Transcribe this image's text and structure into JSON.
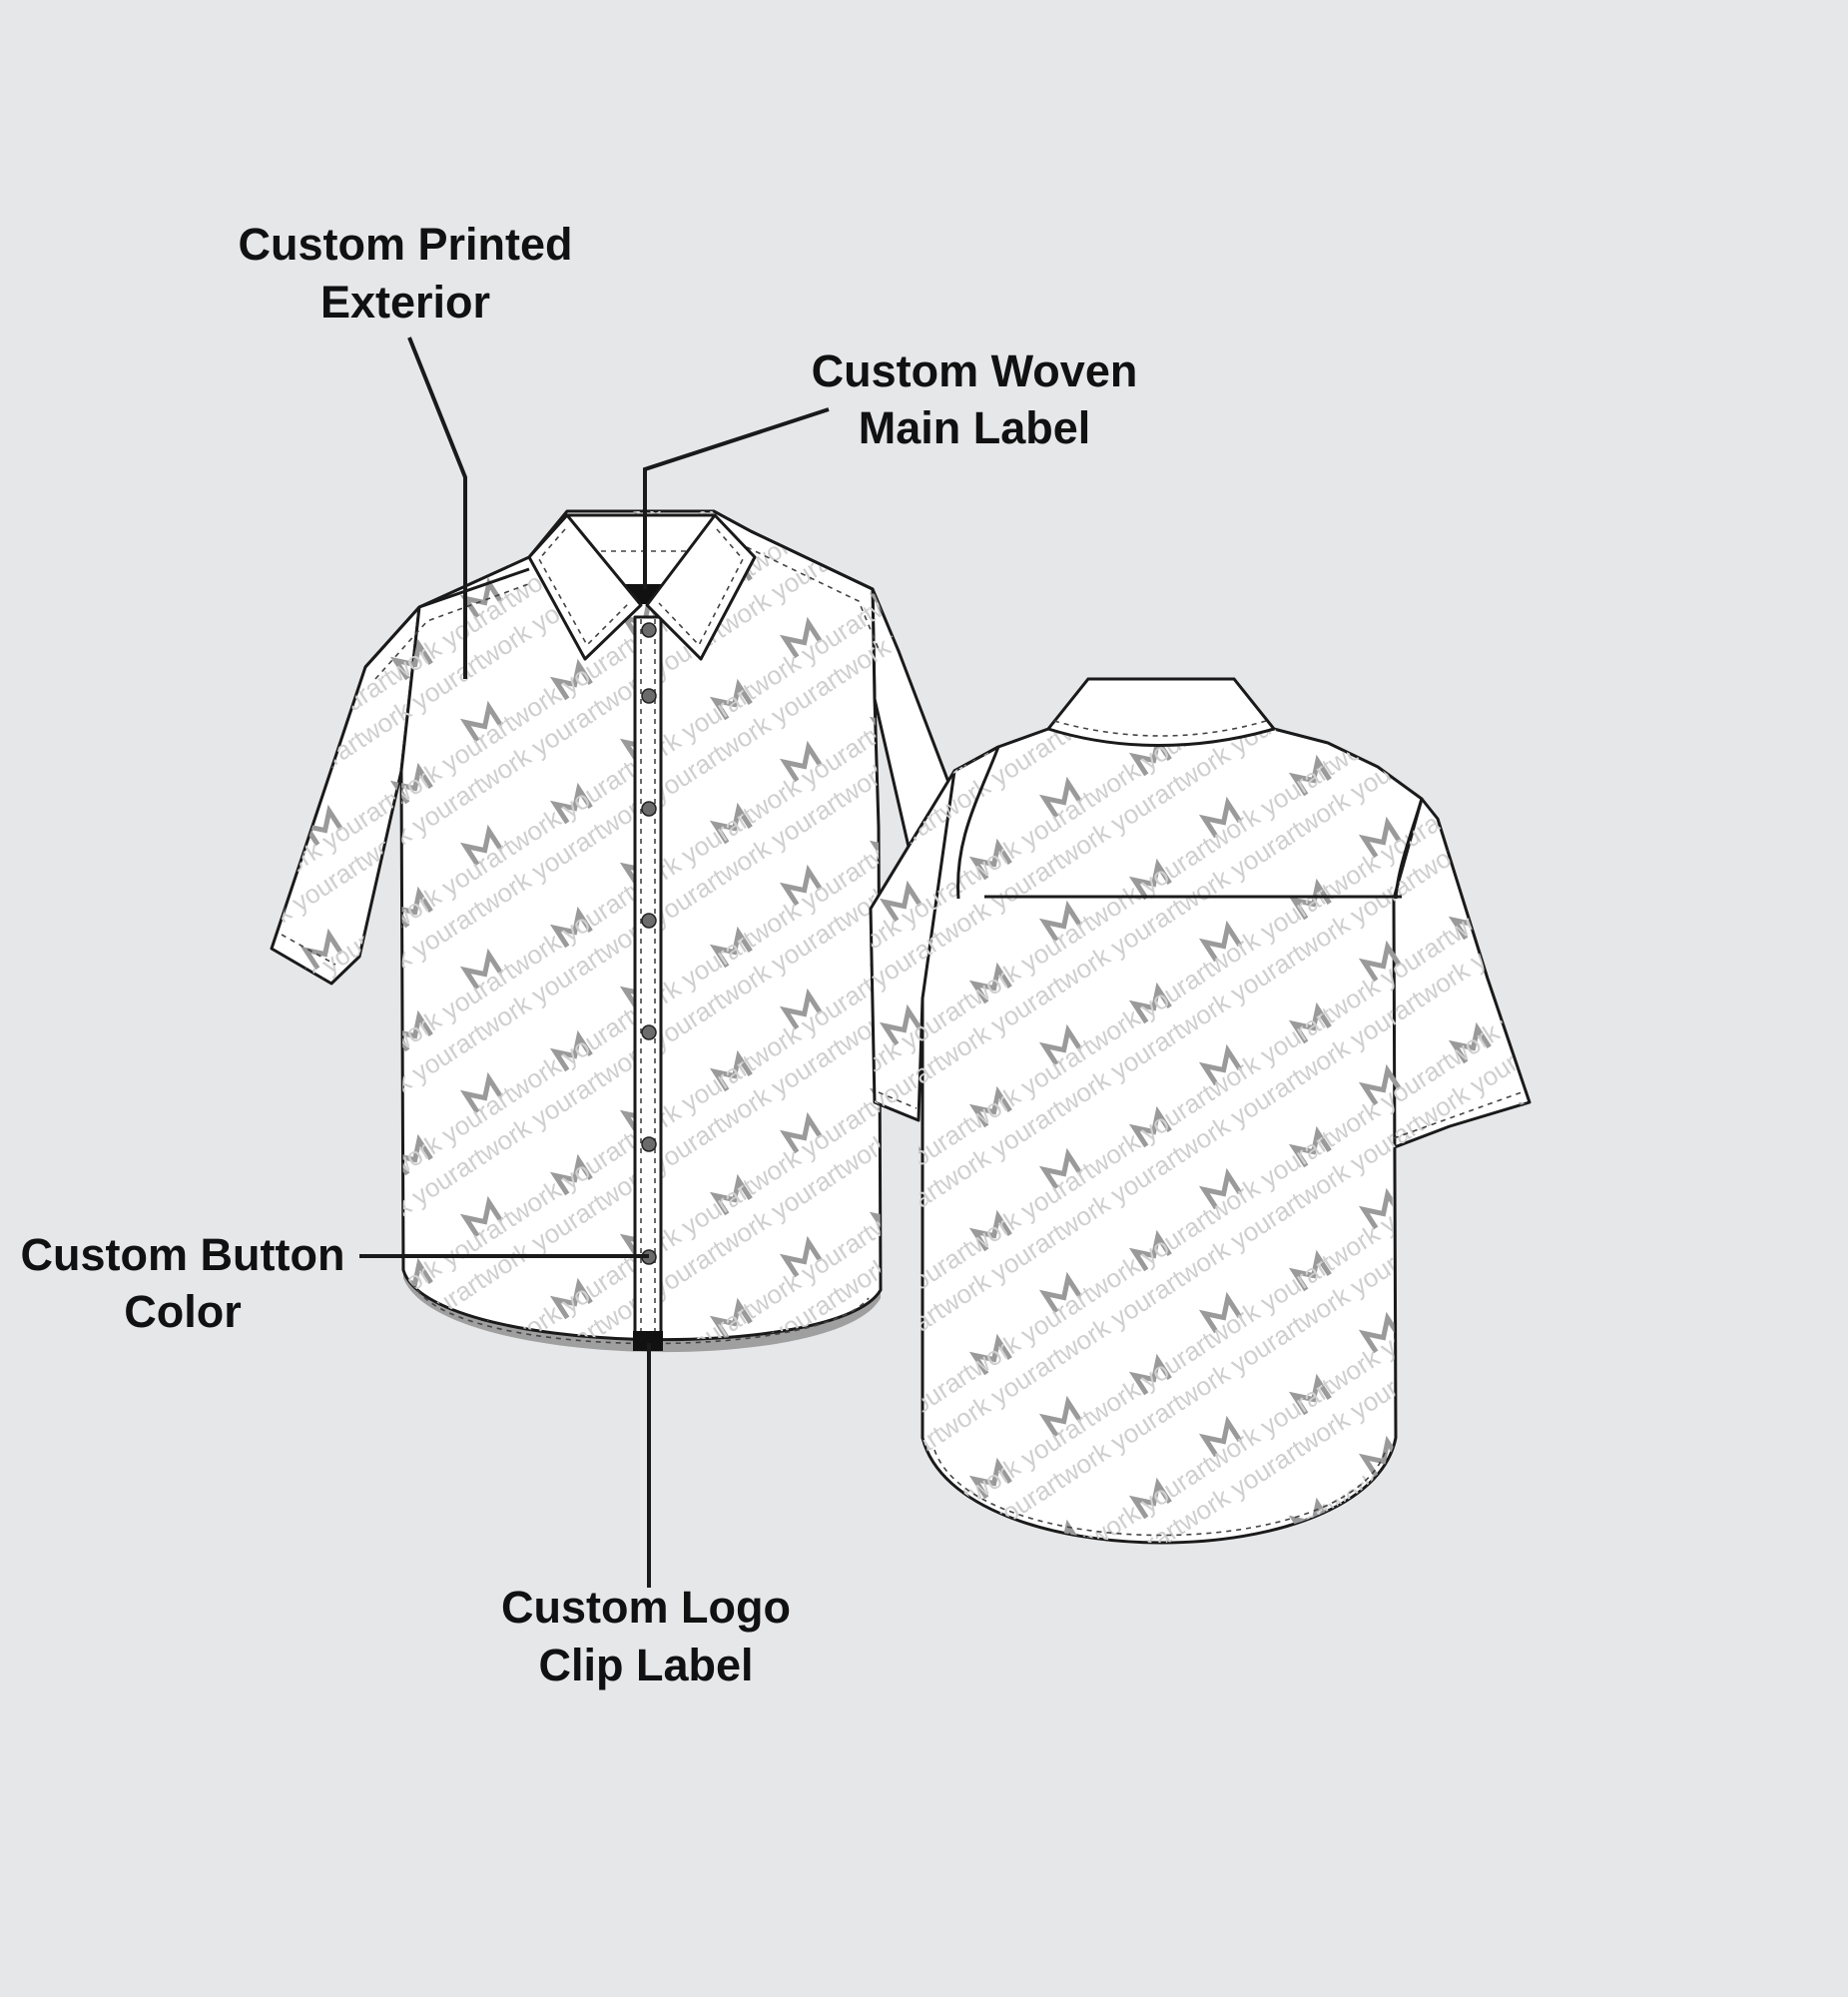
{
  "callouts": {
    "printed_exterior": {
      "line1": "Custom Printed",
      "line2": "Exterior"
    },
    "woven_label": {
      "line1": "Custom Woven",
      "line2": "Main Label"
    },
    "button_color": {
      "line1": "Custom Button",
      "line2": "Color"
    },
    "logo_clip": {
      "line1": "Custom Logo",
      "line2": "Clip Label"
    }
  },
  "print_pattern": {
    "text": "yourartwork yourartwork yourartwork yourartwork yourartwork yourartwork yourartwork",
    "color": "#cfcfcf",
    "mark_color": "#9a9a9a"
  },
  "colors": {
    "background": "#e6e7e9",
    "garment": "#ffffff",
    "outline": "#1a1a1a",
    "button": "#6b6b6b",
    "hem_shadow": "#9f9f9f",
    "label": "#111111"
  }
}
